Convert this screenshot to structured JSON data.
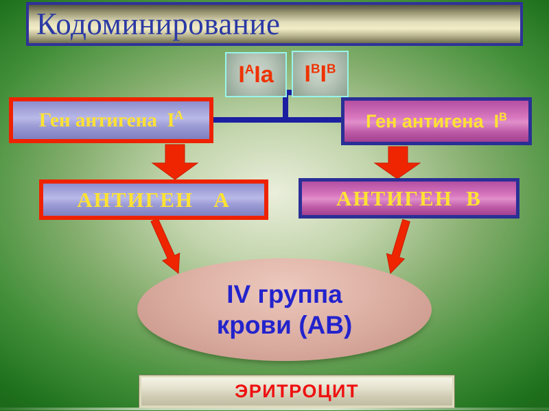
{
  "slide": {
    "title": "Кодоминирование",
    "genotype_boxes": [
      {
        "name": "genotype-IAIa",
        "segments": [
          {
            "t": "I"
          },
          {
            "t": "A",
            "sup": true
          },
          {
            "t": "I"
          },
          {
            "t": "a"
          }
        ]
      },
      {
        "name": "genotype-IBIB",
        "segments": [
          {
            "t": "I"
          },
          {
            "t": "B",
            "sup": true
          },
          {
            "t": "I"
          },
          {
            "t": "B",
            "sup": true
          }
        ]
      }
    ],
    "gene_boxes": [
      {
        "name": "gene-antigen-A",
        "segments": [
          {
            "t": "Ген антигена  I"
          },
          {
            "t": "A",
            "sup": true
          }
        ]
      },
      {
        "name": "gene-antigen-B",
        "segments": [
          {
            "t": "Ген антигена  I"
          },
          {
            "t": "B",
            "sup": true
          }
        ]
      }
    ],
    "antigen_boxes": [
      {
        "label": "АНТИГЕН   А"
      },
      {
        "label": "АНТИГЕН  В"
      }
    ],
    "blood_group": {
      "lines": [
        "IV группа",
        "крови (АВ)"
      ]
    },
    "erythrocyte_label": "ЭРИТРОЦИТ",
    "colors": {
      "background_center": "#eaeedb",
      "background_edge": "#1e701c",
      "title_text": "#2b3aa4",
      "title_bar_light": "#f2edc6",
      "title_bar_dark": "#545440",
      "title_bar_border": "#2e329a",
      "genotype_text": "#ee3300",
      "genotype_border": "#99f5ec",
      "yellow_text": "#ffe233",
      "periwinkle_fill": "#a9a9de",
      "red_border": "#ee2200",
      "magenta_fill": "#d876be",
      "navy_border": "#2a2f96",
      "connector_navy": "#1b1fa0",
      "arrow_red": "#ee2500",
      "ellipse_fill": "#e0b4a8",
      "ellipse_text": "#2323cc",
      "erythrocyte_text": "#ee1111",
      "erythrocyte_fill": "#e6e3d0"
    }
  }
}
